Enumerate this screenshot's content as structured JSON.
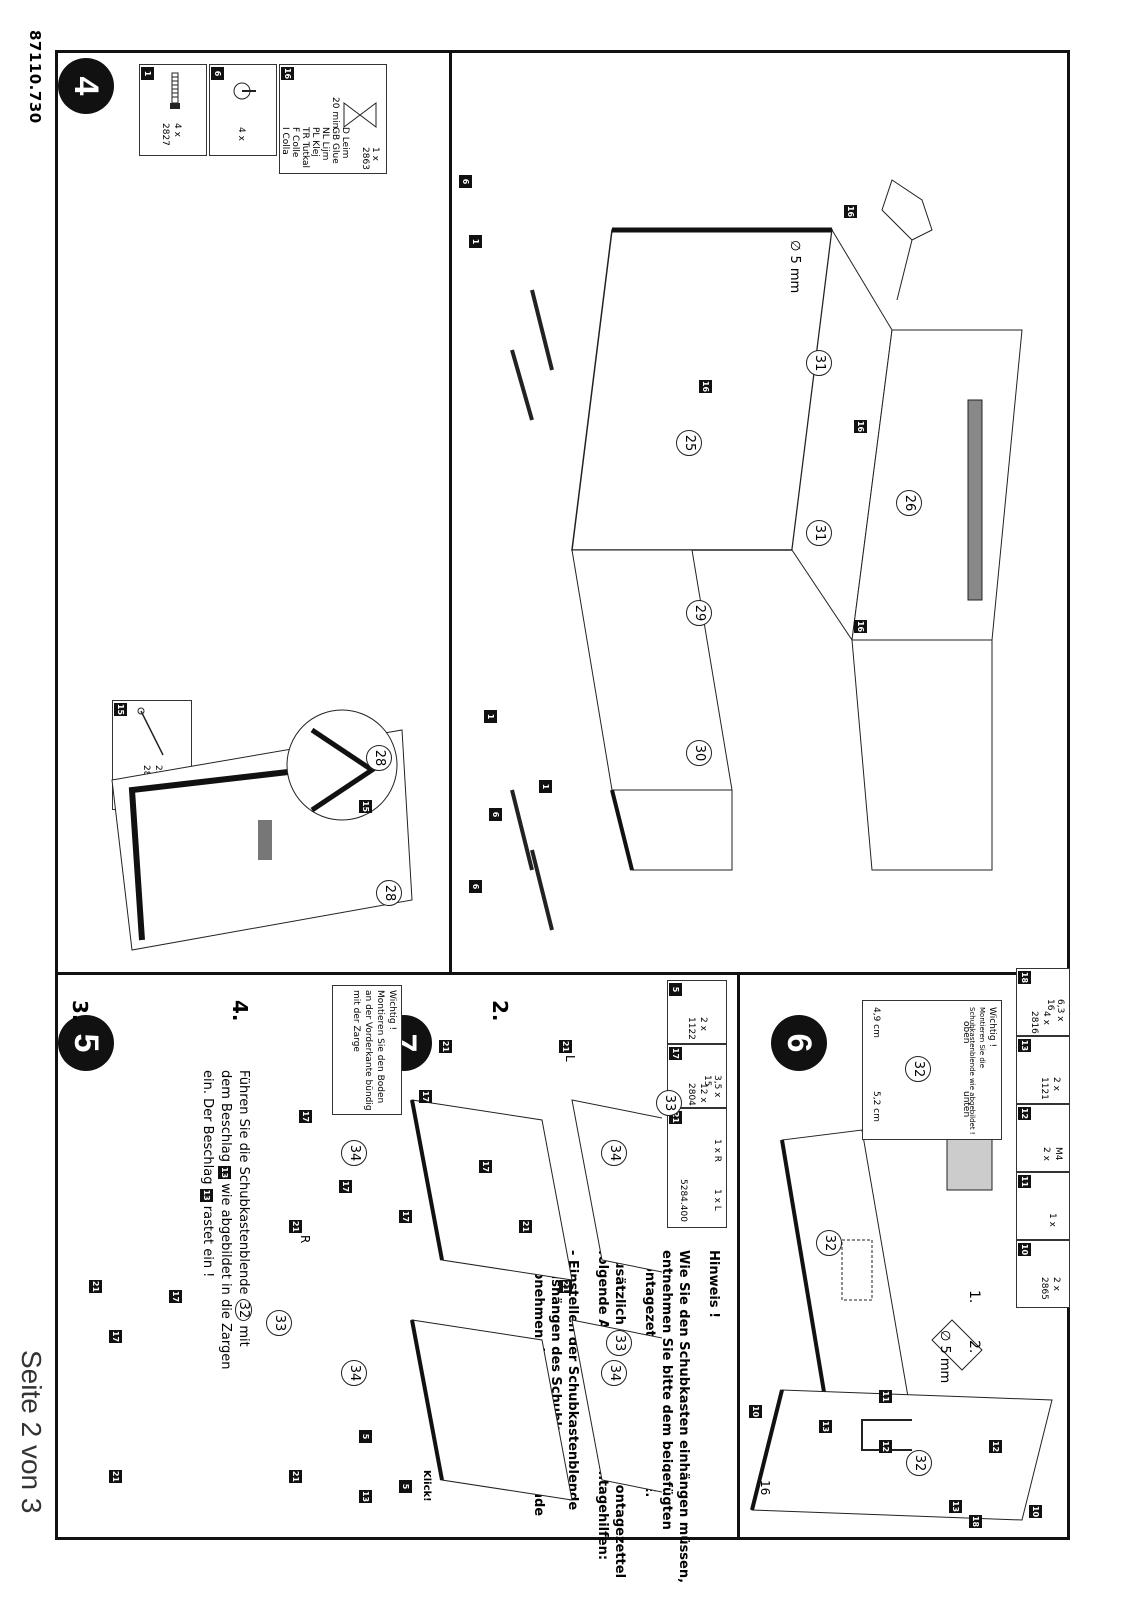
{
  "doc_number": "87110.730",
  "page_label": "Seite 2 von 3",
  "steps": {
    "s4": "4",
    "s5": "5",
    "s6": "6",
    "s7": "7"
  },
  "step4": {
    "parts": [
      {
        "code": "1",
        "qty": "4 x",
        "art": "2827"
      },
      {
        "code": "6",
        "qty": "4 x",
        "art": ""
      },
      {
        "code": "16",
        "qty": "1 x",
        "art": "2863"
      }
    ],
    "time": "20 min.",
    "glue": [
      "D   Leim",
      "GB Glue",
      "NL  Lijm",
      "PL  Klej",
      "TR  Tutkal",
      "F    Colle",
      "I     Colla"
    ],
    "drill": "∅ 5 mm",
    "circles": [
      "25",
      "26",
      "29",
      "30",
      "31",
      "31"
    ],
    "codes": [
      "16",
      "16",
      "16",
      "16",
      "1",
      "1",
      "1",
      "6",
      "6",
      "6"
    ]
  },
  "step5": {
    "part": {
      "code": "15",
      "qty": "25 x",
      "art": "2862"
    },
    "circles": [
      "28",
      "28"
    ],
    "codes": [
      "15"
    ]
  },
  "step6": {
    "parts": [
      {
        "code": "10",
        "qty": "2 x",
        "art": "2865"
      },
      {
        "code": "11",
        "qty": "1 x",
        "art": ""
      },
      {
        "code": "12",
        "qty": "2 x",
        "art": "M4"
      },
      {
        "code": "13",
        "qty": "2 x",
        "art": "1121"
      },
      {
        "code": "18",
        "qty": "4 x",
        "art": "2816",
        "size": "6,3 x 16"
      }
    ],
    "drill": "∅ 5 mm",
    "sub1": "1.",
    "sub2": "2.",
    "inset": {
      "oben": "oben",
      "unten": "unten",
      "m1": "4,9 cm",
      "m2": "5,2 cm",
      "note1": "Wichtig !",
      "note2": "Montieren Sie die Schubkastenblende wie abgebildet !"
    },
    "circles": [
      "32",
      "32",
      "32"
    ],
    "dim": "16",
    "codes": [
      "10",
      "10",
      "11",
      "12",
      "12",
      "13",
      "13",
      "18"
    ]
  },
  "step7": {
    "parts": [
      {
        "code": "5",
        "qty": "2 x",
        "art": "1122"
      },
      {
        "code": "17",
        "qty": "12 x",
        "art": "2804",
        "size": "3,5 x 15"
      },
      {
        "code": "21",
        "qty": "1 x R",
        "art": "5284.400",
        "qty2": "1 x L"
      }
    ],
    "hinweis_title": "Hinweis !",
    "hinweis_p1": [
      "Wie Sie den Schubkasten einhängen müssen,",
      "entnehmen Sie bitte dem beigefügten",
      "Montagezettel der Firma HÄFELE."
    ],
    "hinweis_p2": [
      "Zusätzlich finden Sie auf dem Montagezettel",
      "folgende Abbildungen und Montagehilfen:"
    ],
    "hinweis_list": [
      "- Einstellen der Schubkastenblende",
      "- Aushängen des Schubkastens",
      "- Abnehmen der Schubkastenblende"
    ],
    "sub": [
      "1.",
      "2.",
      "3.",
      "4."
    ],
    "note": [
      "Wichtig !",
      "Montieren Sie den Boden",
      "an der Vorderkante bündig",
      "mit der Zarge"
    ],
    "sub4_text1": "Führen Sie die Schubkastenblende",
    "sub4_text1b": "mit",
    "sub4_text2": "dem Beschlag",
    "sub4_text2b": "wie abgebildet in die Zargen",
    "sub4_text3": "ein. Der Beschlag",
    "sub4_text3b": "rastet ein !",
    "klick": "Klick!",
    "circles": [
      "34",
      "34",
      "34",
      "34",
      "33",
      "33",
      "33",
      "32"
    ],
    "codes": [
      "21",
      "21",
      "21",
      "21",
      "21",
      "21",
      "21",
      "21",
      "17",
      "17",
      "17",
      "17",
      "17",
      "17",
      "17",
      "5",
      "5",
      "13",
      "13",
      "13"
    ],
    "side_R": "R",
    "side_L": "L"
  }
}
